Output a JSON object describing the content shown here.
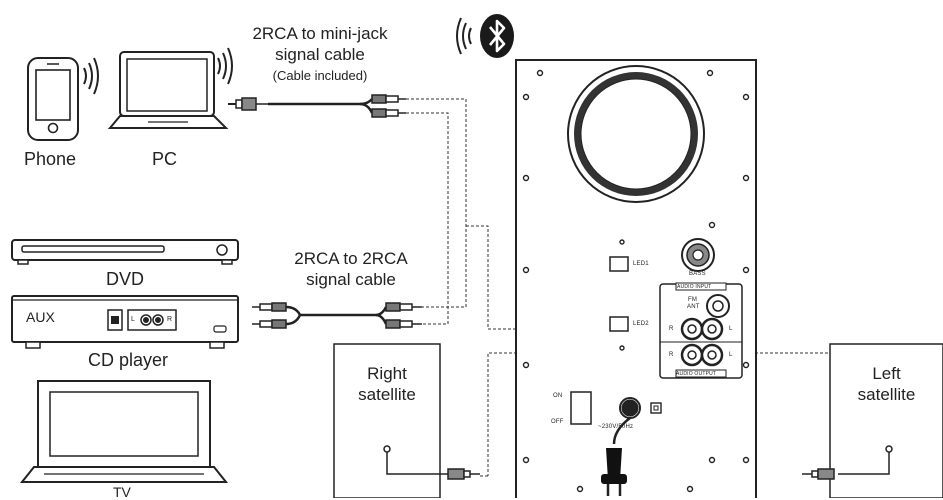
{
  "devices": {
    "phone": "Phone",
    "pc": "PC",
    "dvd": "DVD",
    "cd_player": "CD player",
    "tv": "TV",
    "aux": "AUX"
  },
  "cables": {
    "minijack_line1": "2RCA to mini-jack",
    "minijack_line2": "signal cable",
    "minijack_note": "(Cable included)",
    "rca_line1": "2RCA to 2RCA",
    "rca_line2": "signal cable"
  },
  "satellites": {
    "right_line1": "Right",
    "right_line2": "satellite",
    "left_line1": "Left",
    "left_line2": "satellite"
  },
  "subwoofer_panel": {
    "led1": "LED1",
    "led2": "LED2",
    "bass": "BASS",
    "audio_input": "AUDIO INPUT",
    "audio_output": "AUDIO OUTPUT",
    "fm_ant_1": "FM",
    "fm_ant_2": "ANT",
    "r": "R",
    "l": "L",
    "on": "ON",
    "off": "OFF",
    "power_rating": "~230V/50Hz"
  },
  "cd_panel": {
    "l": "L",
    "r": "R"
  },
  "icons": [
    "wireless-waves-icon",
    "bluetooth-icon",
    "power-plug-icon",
    "rca-connector-icon",
    "mini-jack-icon"
  ]
}
